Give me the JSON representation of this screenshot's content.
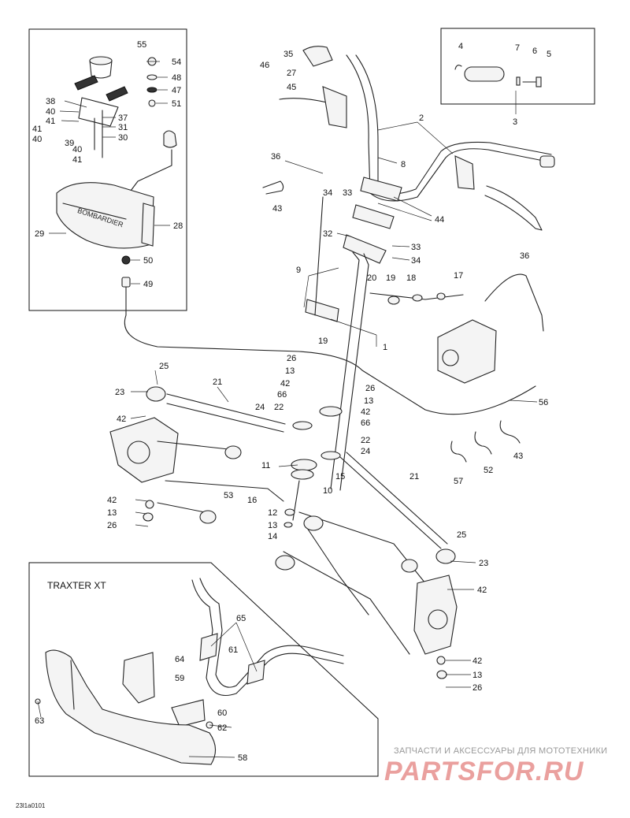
{
  "inset_title": "TRAXTER XT",
  "reference_code": "23l1a0101",
  "watermark": {
    "tagline": "ЗАПЧАСТИ И АКСЕССУАРЫ ДЛЯ МОТОТЕХНИКИ",
    "logo": "PARTSFOR.RU"
  },
  "callouts": [
    {
      "id": "c55a",
      "label": "55"
    },
    {
      "id": "c54",
      "label": "54"
    },
    {
      "id": "c48",
      "label": "48"
    },
    {
      "id": "c47",
      "label": "47"
    },
    {
      "id": "c51",
      "label": "51"
    },
    {
      "id": "c38",
      "label": "38"
    },
    {
      "id": "c40a",
      "label": "40"
    },
    {
      "id": "c41a",
      "label": "41"
    },
    {
      "id": "c37",
      "label": "37"
    },
    {
      "id": "c31",
      "label": "31"
    },
    {
      "id": "c41b",
      "label": "41"
    },
    {
      "id": "c40b",
      "label": "40"
    },
    {
      "id": "c39",
      "label": "39"
    },
    {
      "id": "c30",
      "label": "30"
    },
    {
      "id": "c40c",
      "label": "40"
    },
    {
      "id": "c41c",
      "label": "41"
    },
    {
      "id": "c29",
      "label": "29"
    },
    {
      "id": "c28",
      "label": "28"
    },
    {
      "id": "c50",
      "label": "50"
    },
    {
      "id": "c49",
      "label": "49"
    },
    {
      "id": "c35",
      "label": "35"
    },
    {
      "id": "c46",
      "label": "46"
    },
    {
      "id": "c27",
      "label": "27"
    },
    {
      "id": "c45",
      "label": "45"
    },
    {
      "id": "c2",
      "label": "2"
    },
    {
      "id": "c36a",
      "label": "36"
    },
    {
      "id": "c8",
      "label": "8"
    },
    {
      "id": "c43a",
      "label": "43"
    },
    {
      "id": "c34a",
      "label": "34"
    },
    {
      "id": "c33a",
      "label": "33"
    },
    {
      "id": "c44",
      "label": "44"
    },
    {
      "id": "c32",
      "label": "32"
    },
    {
      "id": "c33b",
      "label": "33"
    },
    {
      "id": "c34b",
      "label": "34"
    },
    {
      "id": "c4",
      "label": "4"
    },
    {
      "id": "c7",
      "label": "7"
    },
    {
      "id": "c6",
      "label": "6"
    },
    {
      "id": "c5",
      "label": "5"
    },
    {
      "id": "c3",
      "label": "3"
    },
    {
      "id": "c36b",
      "label": "36"
    },
    {
      "id": "c9",
      "label": "9"
    },
    {
      "id": "c20",
      "label": "20"
    },
    {
      "id": "c19a",
      "label": "19"
    },
    {
      "id": "c18",
      "label": "18"
    },
    {
      "id": "c17",
      "label": "17"
    },
    {
      "id": "c19b",
      "label": "19"
    },
    {
      "id": "c1",
      "label": "1"
    },
    {
      "id": "c25a",
      "label": "25"
    },
    {
      "id": "c26a",
      "label": "26"
    },
    {
      "id": "c13a",
      "label": "13"
    },
    {
      "id": "c42a",
      "label": "42"
    },
    {
      "id": "c26b",
      "label": "26"
    },
    {
      "id": "c23a",
      "label": "23"
    },
    {
      "id": "c21a",
      "label": "21"
    },
    {
      "id": "c66a",
      "label": "66"
    },
    {
      "id": "c13b",
      "label": "13"
    },
    {
      "id": "c42b",
      "label": "42"
    },
    {
      "id": "c24a",
      "label": "24"
    },
    {
      "id": "c22a",
      "label": "22"
    },
    {
      "id": "c66b",
      "label": "66"
    },
    {
      "id": "c42c",
      "label": "42"
    },
    {
      "id": "c22b",
      "label": "22"
    },
    {
      "id": "c24b",
      "label": "24"
    },
    {
      "id": "c56",
      "label": "56"
    },
    {
      "id": "c11",
      "label": "11"
    },
    {
      "id": "c15",
      "label": "15"
    },
    {
      "id": "c10",
      "label": "10"
    },
    {
      "id": "c57",
      "label": "57"
    },
    {
      "id": "c52",
      "label": "52"
    },
    {
      "id": "c43b",
      "label": "43"
    },
    {
      "id": "c21b",
      "label": "21"
    },
    {
      "id": "c53",
      "label": "53"
    },
    {
      "id": "c16",
      "label": "16"
    },
    {
      "id": "c42d",
      "label": "42"
    },
    {
      "id": "c12",
      "label": "12"
    },
    {
      "id": "c13c",
      "label": "13"
    },
    {
      "id": "c13d",
      "label": "13"
    },
    {
      "id": "c26c",
      "label": "26"
    },
    {
      "id": "c14",
      "label": "14"
    },
    {
      "id": "c25b",
      "label": "25"
    },
    {
      "id": "c23b",
      "label": "23"
    },
    {
      "id": "c42e",
      "label": "42"
    },
    {
      "id": "c42f",
      "label": "42"
    },
    {
      "id": "c13e",
      "label": "13"
    },
    {
      "id": "c26d",
      "label": "26"
    },
    {
      "id": "c65",
      "label": "65"
    },
    {
      "id": "c64",
      "label": "64"
    },
    {
      "id": "c61",
      "label": "61"
    },
    {
      "id": "c59",
      "label": "59"
    },
    {
      "id": "c60",
      "label": "60"
    },
    {
      "id": "c62",
      "label": "62"
    },
    {
      "id": "c63",
      "label": "63"
    },
    {
      "id": "c58",
      "label": "58"
    }
  ]
}
